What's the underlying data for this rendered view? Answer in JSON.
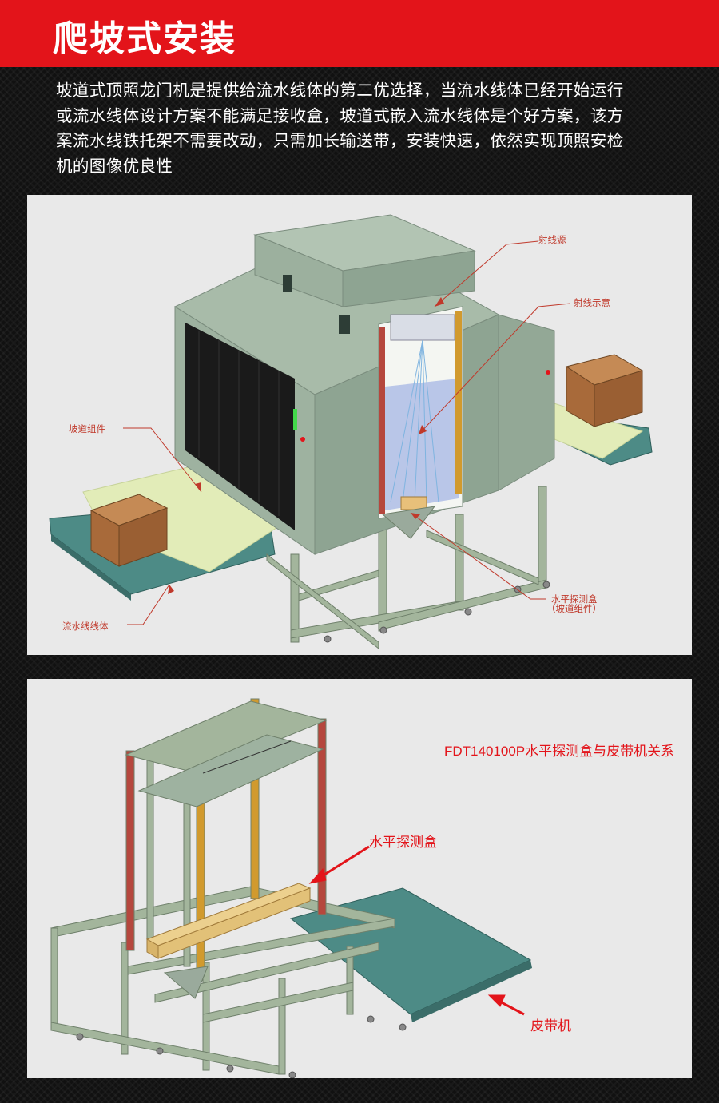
{
  "header": {
    "title": "爬坡式安装"
  },
  "intro": {
    "lines": [
      "坡道式顶照龙门机是提供给流水线体的第二优选择，当流水线体已经开始运行",
      "或流水线体设计方案不能满足接收盒，坡道式嵌入流水线体是个好方案，该方",
      "案流水线铁托架不需要改动，只需加长输送带，安装快速，依然实现顶照安检",
      "机的图像优良性"
    ]
  },
  "figure1": {
    "labels": {
      "source": "射线源",
      "ray": "射线示意",
      "ramp": "坡道组件",
      "line": "流水线线体",
      "detector": "水平探测盒",
      "detector_sub": "（坡道组件）"
    }
  },
  "figure2": {
    "title": "FDT140100P水平探测盒与皮带机关系",
    "labels": {
      "detector": "水平探测盒",
      "belt": "皮带机"
    }
  },
  "colors": {
    "banner": "#e3141a",
    "machine": "#9eb2a0",
    "frame": "#a3b59c",
    "belt": "#4d8b86",
    "ramp": "#e2ecb8",
    "box": "#a86a3a",
    "label_red": "#e3141a"
  }
}
